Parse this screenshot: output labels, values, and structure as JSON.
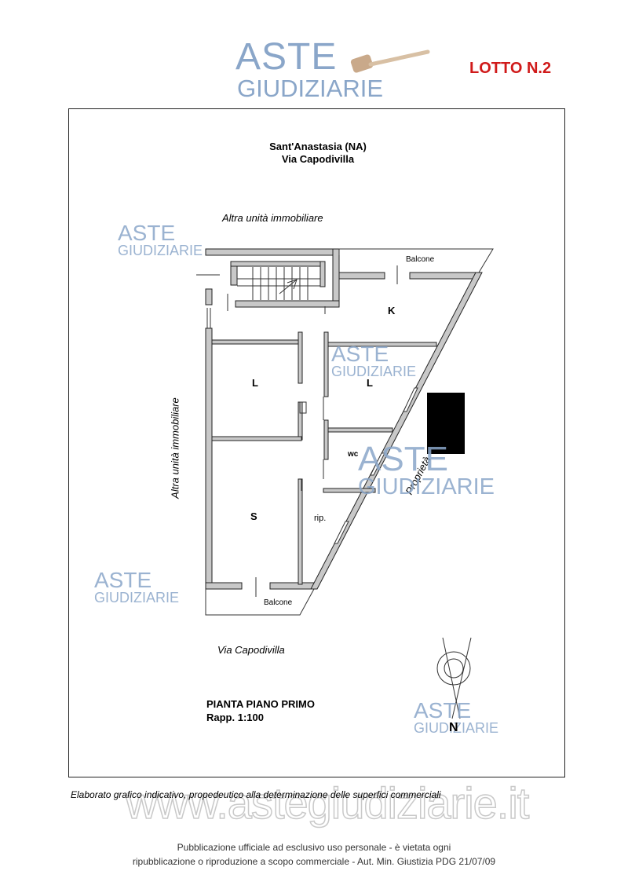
{
  "header": {
    "lot_label": "LOTTO N.2",
    "logo_line1": "ASTE",
    "logo_line2": "GIUDIZIARIE"
  },
  "plan": {
    "location_city": "Sant'Anastasia (NA)",
    "location_street": "Via Capodivilla",
    "neighbor_top": "Altra unità immobiliare",
    "neighbor_left": "Altra unità immobiliare",
    "street_bottom": "Via Capodivilla",
    "property_label": "Proprietà",
    "balcony_top": "Balcone",
    "balcony_bottom": "Balcone",
    "rooms": {
      "kitchen": "K",
      "living_left": "L",
      "living_right": "L",
      "wc": "wc",
      "bedroom": "S",
      "storage": "rip."
    },
    "title_line1": "PIANTA PIANO PRIMO",
    "title_line2": "Rapp. 1:100",
    "north": "N"
  },
  "disclaimer": "Elaborato grafico indicativo, propedeutico alla determinazione delle superfici commerciali",
  "watermark_url": "www.astegiudiziarie.it",
  "footer": {
    "line1": "Pubblicazione ufficiale ad esclusivo uso personale - è vietata ogni",
    "line2": "ripubblicazione o riproduzione a scopo commerciale - Aut. Min. Giustizia PDG 21/07/09"
  },
  "colors": {
    "lot_red": "#d01a1a",
    "logo_blue": "#8aa6c9",
    "wall_gray": "#c8c8c8"
  }
}
